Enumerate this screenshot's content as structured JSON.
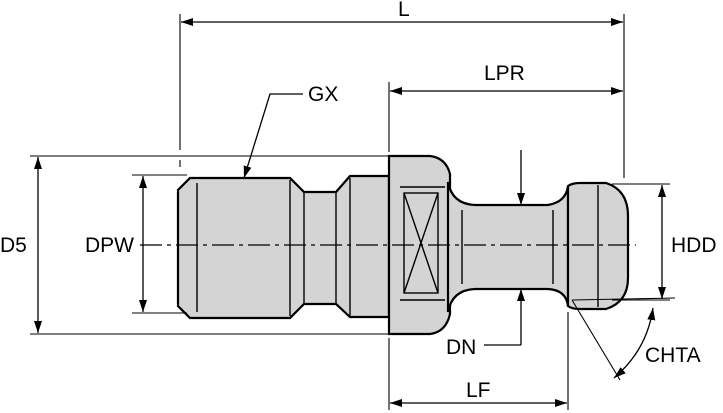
{
  "colors": {
    "body_fill": "#d4d4d4",
    "outline": "#000000",
    "background": "#ffffff"
  },
  "labels": {
    "L": "L",
    "LPR": "LPR",
    "GX": "GX",
    "D5": "D5",
    "DPW": "DPW",
    "HDD": "HDD",
    "DN": "DN",
    "LF": "LF",
    "CHTA": "CHTA"
  }
}
